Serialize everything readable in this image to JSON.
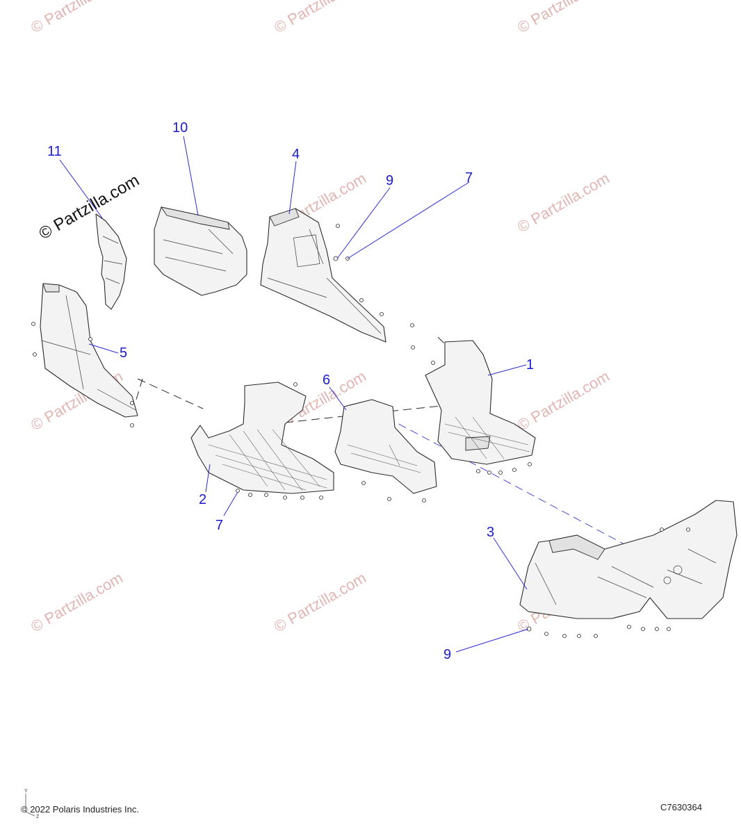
{
  "watermark": {
    "text": "© Partzilla.com",
    "primary_text": "© Partzilla.com"
  },
  "callouts": [
    {
      "id": "c10",
      "label": "10"
    },
    {
      "id": "c11",
      "label": "11"
    },
    {
      "id": "c4",
      "label": "4"
    },
    {
      "id": "c9a",
      "label": "9"
    },
    {
      "id": "c7a",
      "label": "7"
    },
    {
      "id": "c5",
      "label": "5"
    },
    {
      "id": "c1",
      "label": "1"
    },
    {
      "id": "c6",
      "label": "6"
    },
    {
      "id": "c2",
      "label": "2"
    },
    {
      "id": "c7b",
      "label": "7"
    },
    {
      "id": "c3",
      "label": "3"
    },
    {
      "id": "c9b",
      "label": "9"
    }
  ],
  "footer": {
    "copyright": "© 2022 Polaris Industries Inc.",
    "drawing_number": "C7630364"
  },
  "axis": {
    "y": "Y",
    "z": "Z"
  },
  "colors": {
    "callout": "#1a1ad0",
    "watermark": "#e2b5b2",
    "line": "#2a2a2a"
  }
}
